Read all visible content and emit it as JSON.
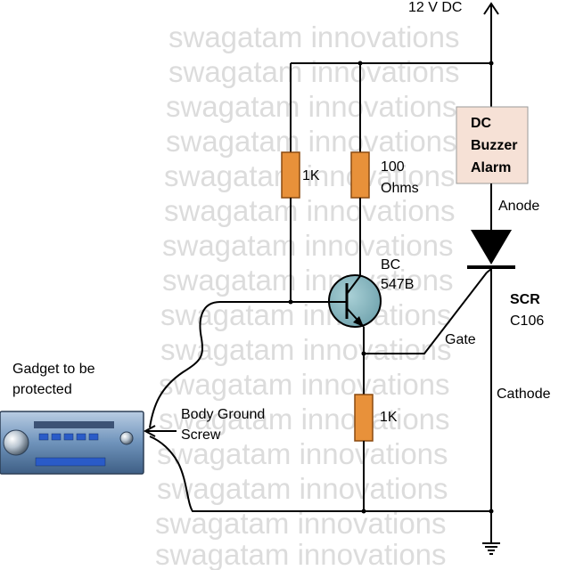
{
  "watermark": "swagatam innovations",
  "labels": {
    "supply": "12 V DC",
    "buzzer_line1": "DC",
    "buzzer_line2": "Buzzer",
    "buzzer_line3": "Alarm",
    "r1": "1K",
    "r2_line1": "100",
    "r2_line2": "Ohms",
    "r3": "1K",
    "transistor_line1": "BC",
    "transistor_line2": "547B",
    "anode": "Anode",
    "scr_line1": "SCR",
    "scr_line2": "C106",
    "gate": "Gate",
    "cathode": "Cathode",
    "gadget_line1": "Gadget to be",
    "gadget_line2": "protected",
    "screw_line1": "Body Ground",
    "screw_line2": "Screw"
  },
  "colors": {
    "resistor": "#e8913a",
    "resistor_border": "#8a4a10",
    "buzzer_fill": "#f6e1d6",
    "transistor_fill": "#86b6bf",
    "watermark": "#dcdcdc",
    "wire": "#000000",
    "gadget_body": "#5a7fa6",
    "gadget_display": "#2a5bc8"
  }
}
